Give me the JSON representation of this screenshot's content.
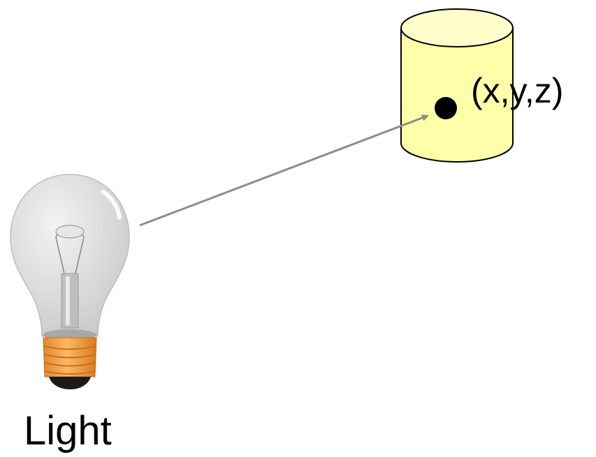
{
  "labels": {
    "point": "(x,y,z)",
    "light": "Light"
  },
  "icons": {
    "bulb": "light-bulb-icon",
    "object": "cylinder-object",
    "arrow": "light-ray-arrow",
    "point": "surface-point"
  },
  "colors": {
    "cylinder_fill": "#FFFFAA",
    "cylinder_top": "#FFFFCC",
    "outline": "#000000",
    "arrow": "#8C8C8C",
    "bulb_glass": "#D9D9D9",
    "bulb_base": "#F5A64A"
  }
}
